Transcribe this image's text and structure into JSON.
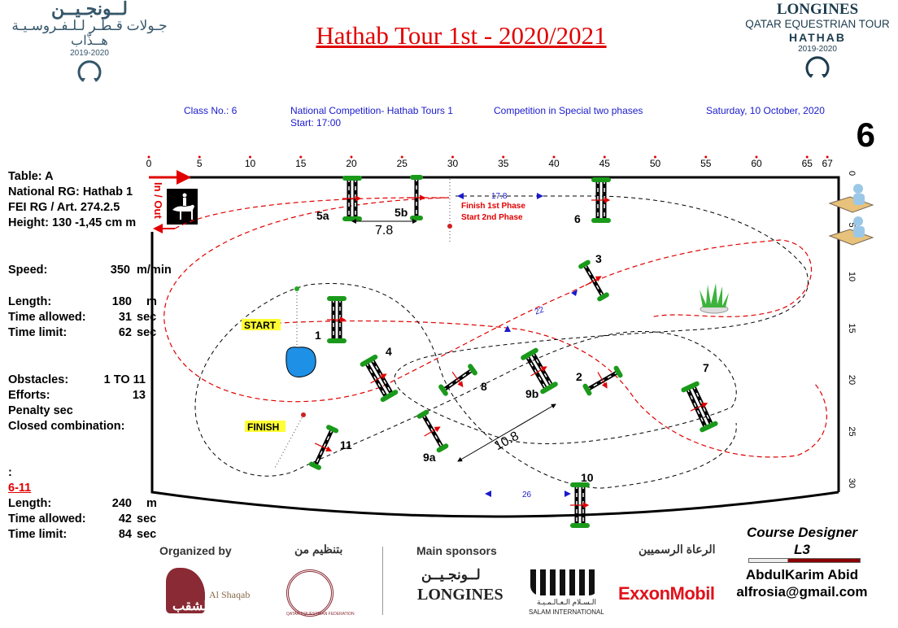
{
  "header": {
    "title": "Hathab Tour 1st - 2020/2021",
    "class_no": "Class No.: 6",
    "competition": "National Competition- Hathab Tours 1",
    "start": "Start: 17:00",
    "type": "Competition in Special two phases",
    "date": "Saturday, 10 October, 2020",
    "big_number": "6"
  },
  "logo_left": {
    "arabic_brand": "لــونجـيــن",
    "arabic_tour": "جـولات قـطـر لـلـفـروسـيـة",
    "arabic_hathab": "هــذّاب",
    "years": "2019-2020"
  },
  "logo_right": {
    "brand": "LONGINES",
    "tour": "QATAR EQUESTRIAN TOUR",
    "event": "HATHAB",
    "years": "2019-2020"
  },
  "specs": {
    "table": "Table: A",
    "national_rg": "National RG: Hathab 1",
    "fei_rg": "FEI RG / Art. 274.2.5",
    "height": "Height: 130 -1,45 cm  m",
    "speed_label": "Speed:",
    "speed_value": "350",
    "speed_unit": "m/min",
    "phase1": {
      "length_label": "Length:",
      "length_value": "180",
      "length_unit": "m",
      "time_allowed_label": "Time allowed:",
      "time_allowed_value": "31",
      "time_allowed_unit": "sec",
      "time_limit_label": "Time limit:",
      "time_limit_value": "62",
      "time_limit_unit": "sec"
    },
    "obstacles_label": "Obstacles:",
    "obstacles_value": "1 TO 11",
    "efforts_label": "Efforts:",
    "efforts_value": "13",
    "penalty": "Penalty sec",
    "closed_combination": "Closed combination:",
    "colon": ":",
    "phase2_title": "6-11",
    "phase2": {
      "length_label": "Length:",
      "length_value": "240",
      "length_unit": "m",
      "time_allowed_label": "Time allowed:",
      "time_allowed_value": "42",
      "time_allowed_unit": "sec",
      "time_limit_label": "Time limit:",
      "time_limit_value": "84",
      "time_limit_unit": "sec"
    }
  },
  "arena": {
    "x_ticks": [
      "0",
      "5",
      "10",
      "15",
      "20",
      "25",
      "30",
      "35",
      "40",
      "45",
      "50",
      "55",
      "60",
      "65",
      "67"
    ],
    "y_ticks": [
      "0",
      "5",
      "10",
      "15",
      "20",
      "25",
      "30"
    ],
    "in_out": "In / Out",
    "start_label": "START",
    "finish_label": "FINISH",
    "phase_note_1": "Finish 1st Phase",
    "phase_note_2": "Start   2nd Phase",
    "jumps": [
      "1",
      "2",
      "3",
      "4",
      "5a",
      "5b",
      "6",
      "7",
      "8",
      "9a",
      "9b",
      "10",
      "11"
    ],
    "distances": {
      "d_5": "7.8",
      "d_9": "10.8",
      "d_17": "17.8",
      "d_22": "22",
      "d_26": "26"
    }
  },
  "footer": {
    "organized_by": "Organized by",
    "organized_by_ar": "بتنظيم من",
    "al_shaqab": "Al Shaqab",
    "al_shaqab_ar": "الشقب",
    "qef": "QATAR EQUESTRIAN FEDERATION",
    "main_sponsors": "Main sponsors",
    "main_sponsors_ar": "الرعاة الرسميين",
    "longines": "LONGINES",
    "longines_ar": "لــونجـيــن",
    "salam": "SALAM INTERNATIONAL",
    "salam_ar": "الـسـلام الـعـالـمـيـة",
    "exxon": "ExxonMobil"
  },
  "designer": {
    "title": "Course Designer",
    "level": "L3",
    "name": "AbdulKarim Abid",
    "email": "alfrosia@gmail.com"
  },
  "colors": {
    "accent_red": "#e00000",
    "info_blue": "#1a1acc",
    "jump_green": "#1a9a1a"
  }
}
